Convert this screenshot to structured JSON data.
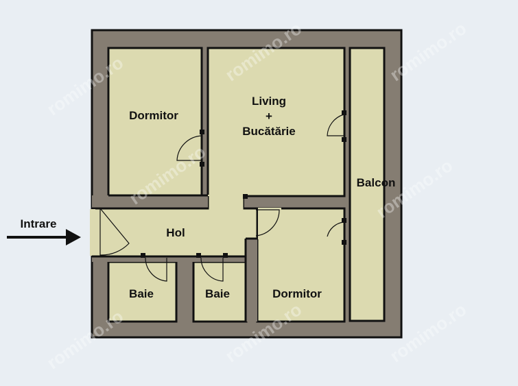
{
  "colors": {
    "background": "#e9eef3",
    "wall": "#857d72",
    "wall_outline": "#111111",
    "floor": "#dcdab0",
    "text": "#111111"
  },
  "entrance": {
    "label": "Intrare",
    "arrow": "arrow-right"
  },
  "rooms": [
    {
      "id": "dormitor-1",
      "label": "Dormitor"
    },
    {
      "id": "living",
      "label_line1": "Living",
      "label_line2": "+",
      "label_line3": "Bucătărie"
    },
    {
      "id": "balcon",
      "label": "Balcon"
    },
    {
      "id": "hol",
      "label": "Hol"
    },
    {
      "id": "baie-1",
      "label": "Baie"
    },
    {
      "id": "baie-2",
      "label": "Baie"
    },
    {
      "id": "dormitor-2",
      "label": "Dormitor"
    }
  ],
  "watermark": "romimo.ro"
}
